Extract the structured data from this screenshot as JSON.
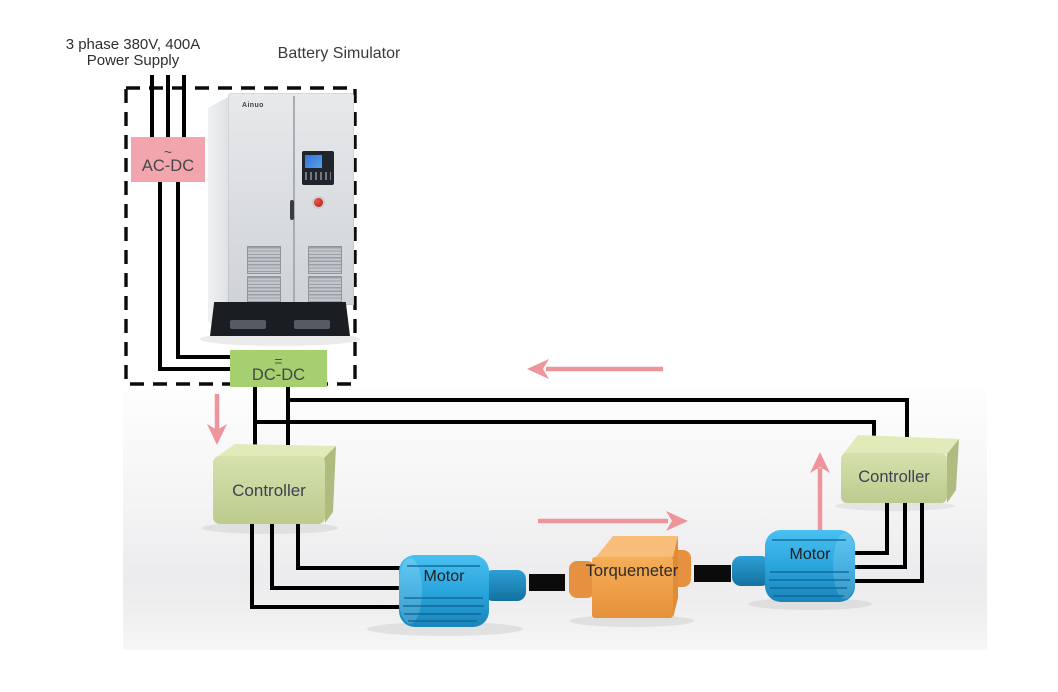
{
  "labels": {
    "power_supply_line1": "3 phase 380V, 400A",
    "power_supply_line2": "Power Supply",
    "battery_simulator": "Battery Simulator"
  },
  "components": {
    "cabinet": {
      "brand": "Ainuo"
    },
    "ac_dc": {
      "symbol": "~",
      "label": "AC-DC"
    },
    "dc_dc": {
      "symbol": "=",
      "label": "DC-DC"
    },
    "controller_left": {
      "label": "Controller"
    },
    "controller_right": {
      "label": "Controller"
    },
    "motor_left": {
      "label": "Motor"
    },
    "motor_right": {
      "label": "Motor"
    },
    "torquemeter": {
      "label": "Torquemeter"
    }
  },
  "colors": {
    "ac_dc_fill": "#f2a5ac",
    "dc_dc_fill": "#a6cf6f",
    "controller_fill": "#ccd9a0",
    "motor_fill": "#2ba9e1",
    "torquemeter_fill": "#f0a14c",
    "flow_arrow": "#ee949b",
    "wire": "#000000"
  }
}
